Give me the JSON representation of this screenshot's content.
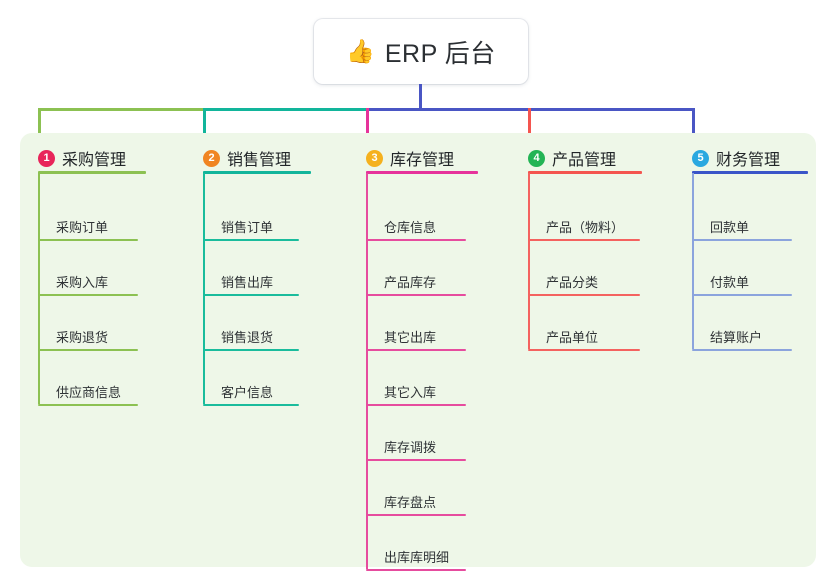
{
  "title": {
    "icon": "thumbs-up-icon",
    "emoji": "👍",
    "text": "ERP 后台"
  },
  "panel": {
    "background": "#eef7e8"
  },
  "columns": [
    {
      "number": "1",
      "title": "采购管理",
      "badge_color": "#e8255a",
      "line_color": "#8cc152",
      "head_color": "#8cc152",
      "items": [
        {
          "label": "采购订单"
        },
        {
          "label": "采购入库"
        },
        {
          "label": "采购退货"
        },
        {
          "label": "供应商信息"
        }
      ]
    },
    {
      "number": "2",
      "title": "销售管理",
      "badge_color": "#f08522",
      "line_color": "#1abc9c",
      "head_color": "#12b59b",
      "items": [
        {
          "label": "销售订单"
        },
        {
          "label": "销售出库"
        },
        {
          "label": "销售退货"
        },
        {
          "label": "客户信息"
        }
      ]
    },
    {
      "number": "3",
      "title": "库存管理",
      "badge_color": "#f5b11e",
      "line_color": "#e64c9e",
      "head_color": "#e6339b",
      "items": [
        {
          "label": "仓库信息"
        },
        {
          "label": "产品库存"
        },
        {
          "label": "其它出库"
        },
        {
          "label": "其它入库"
        },
        {
          "label": "库存调拨"
        },
        {
          "label": "库存盘点"
        },
        {
          "label": "出库库明细"
        }
      ]
    },
    {
      "number": "4",
      "title": "产品管理",
      "badge_color": "#23b455",
      "line_color": "#f4625f",
      "head_color": "#f4554f",
      "items": [
        {
          "label": "产品（物料）"
        },
        {
          "label": "产品分类"
        },
        {
          "label": "产品单位"
        }
      ]
    },
    {
      "number": "5",
      "title": "财务管理",
      "badge_color": "#2aa8e0",
      "line_color": "#8ba4dd",
      "head_color": "#3a55c8",
      "items": [
        {
          "label": "回款单"
        },
        {
          "label": "付款单"
        },
        {
          "label": "结算账户"
        }
      ]
    }
  ],
  "connectors": {
    "stem_color": "#4a56c4",
    "segments": [
      {
        "color": "#8cc152"
      },
      {
        "color": "#12b59b"
      },
      {
        "color": "#4a56c4"
      },
      {
        "color": "#4a56c4"
      }
    ],
    "drops": [
      {
        "color": "#8cc152"
      },
      {
        "color": "#12b59b"
      },
      {
        "color": "#e6339b"
      },
      {
        "color": "#f4554f"
      },
      {
        "color": "#4a56c4"
      }
    ]
  }
}
